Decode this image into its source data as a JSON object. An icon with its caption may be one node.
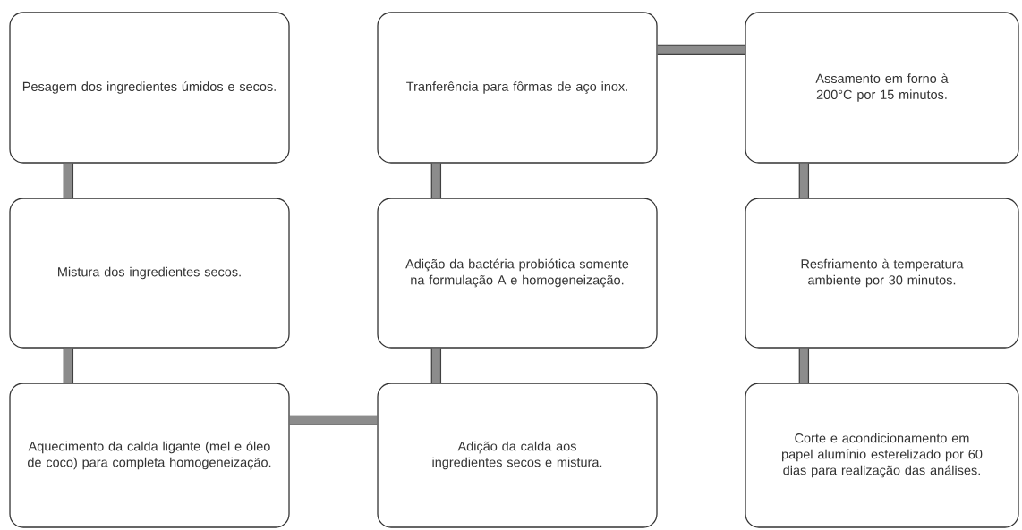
{
  "diagram": {
    "nodes": [
      {
        "text": [
          "Pesagem dos ingredientes úmidos e secos."
        ]
      },
      {
        "text": [
          "Mistura dos ingredientes secos."
        ]
      },
      {
        "text": [
          "Aquecimento da calda ligante (mel e óleo de coco) para completa homogeneização."
        ]
      },
      {
        "text": [
          "Adição da calda aos ingredientes secos e mistura."
        ]
      },
      {
        "text": [
          "Adição da bactéria probiótica somente na formulação A e homogeneização."
        ]
      },
      {
        "text": [
          "Tranferência para fôrmas de aço inox."
        ]
      },
      {
        "text": [
          "Assamento em forno à 200°C por 15 minutos."
        ]
      },
      {
        "text": [
          "Resfriamento à temperatura ambiente por 30 minutos."
        ]
      },
      {
        "text": [
          "Corte e acondicionamento em papel alumínio esterelizado por 60 dias para realização das análises."
        ]
      }
    ],
    "edges": [
      {
        "from": 0,
        "to": 1,
        "arrow": "none"
      },
      {
        "from": 1,
        "to": 2,
        "arrow": "none"
      },
      {
        "from": 2,
        "to": 3,
        "arrow": "none"
      },
      {
        "from": 3,
        "to": 4,
        "arrow": "none"
      },
      {
        "from": 4,
        "to": 5,
        "arrow": "none"
      },
      {
        "from": 5,
        "to": 6,
        "arrow": "none"
      },
      {
        "from": 6,
        "to": 7,
        "arrow": "none"
      },
      {
        "from": 7,
        "to": 8,
        "arrow": "none"
      }
    ]
  }
}
